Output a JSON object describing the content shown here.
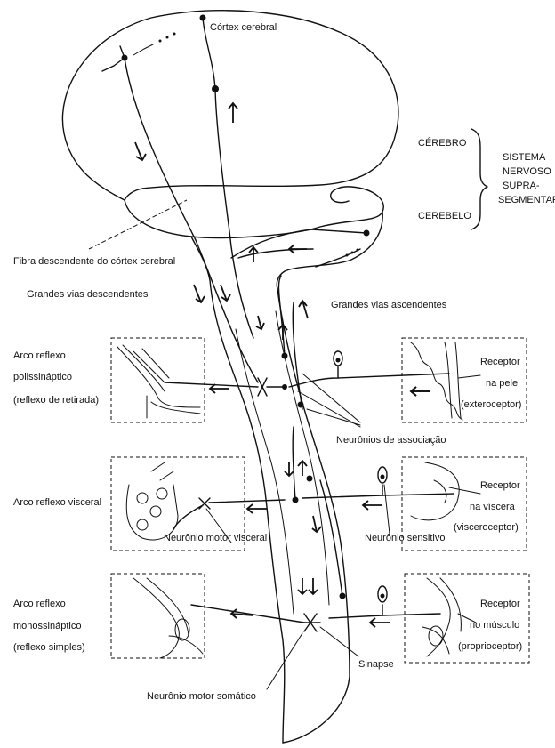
{
  "labels": {
    "cortex": "Córtex cerebral",
    "cerebro": "CÉREBRO",
    "cerebelo": "CEREBELO",
    "sistema_1": "SISTEMA",
    "sistema_2": "NERVOSO",
    "sistema_3": "SUPRA-",
    "sistema_4": "SEGMENTAR",
    "fibra": "Fibra descendente do córtex cerebral",
    "vias_desc": "Grandes vias descendentes",
    "vias_asc": "Grandes vias ascendentes",
    "arco1_l1": "Arco reflexo",
    "arco1_l2": "polissináptico",
    "arco1_l3": "(reflexo de retirada)",
    "receptor1_l1": "Receptor",
    "receptor1_l2": "na pele",
    "receptor1_l3": "(exteroceptor)",
    "assoc": "Neurônios de associação",
    "arco2": "Arco reflexo visceral",
    "receptor2_l1": "Receptor",
    "receptor2_l2": "na víscera",
    "receptor2_l3": "(visceroceptor)",
    "motor_visceral": "Neurônio motor visceral",
    "sensitivo": "Neurônio sensitivo",
    "arco3_l1": "Arco reflexo",
    "arco3_l2": "monossináptico",
    "arco3_l3": "(reflexo simples)",
    "receptor3_l1": "Receptor",
    "receptor3_l2": "no músculo",
    "receptor3_l3": "(proprioceptor)",
    "sinapse": "Sinapse",
    "motor_somatico": "Neurônio motor somático"
  }
}
